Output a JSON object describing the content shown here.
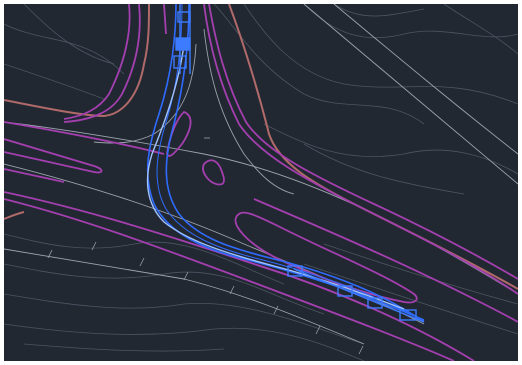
{
  "app": {
    "view": "cad-model-space-drawing",
    "theme": "dark"
  },
  "drawing": {
    "background_color": "#222831",
    "layers": [
      {
        "name": "contour-lines",
        "color": "#4b5563"
      },
      {
        "name": "road-edge-lines",
        "color": "#9aa3ad"
      },
      {
        "name": "right-of-way-boundary",
        "color": "#b06a6a"
      },
      {
        "name": "island-outlines",
        "color": "#a43fb0"
      },
      {
        "name": "alignment-centerline",
        "color": "#2f6bff"
      },
      {
        "name": "alignment-highlight",
        "color": "#9fc2ff"
      }
    ],
    "selected_entities_color": "#3d7bff"
  }
}
